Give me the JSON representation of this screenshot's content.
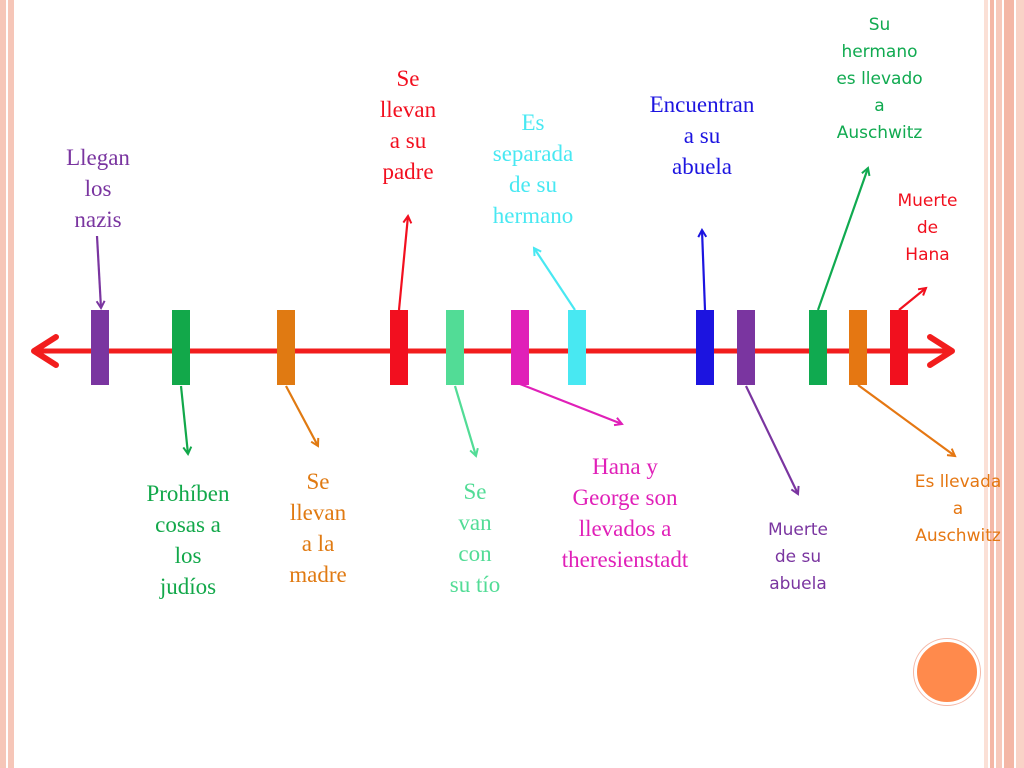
{
  "colors": {
    "axis": "#f21d1d",
    "purple": "#7a35a0",
    "green": "#12a84a",
    "orange": "#e07a12",
    "red": "#f20f1f",
    "mint": "#52dc96",
    "magenta": "#e020b8",
    "cyan": "#48e8f2",
    "blue": "#1c14e0",
    "violet": "#7a35a0",
    "darkgreen": "#10aa50",
    "orange2": "#e57712",
    "red2": "#f1101e"
  },
  "events": [
    {
      "id": "llegan-nazis",
      "color": "#7a35a0",
      "lines": [
        "Llegan",
        "los",
        "nazis"
      ]
    },
    {
      "id": "prohiben",
      "color": "#12a84a",
      "lines": [
        "Prohíben",
        "cosas a",
        "los",
        "judíos"
      ]
    },
    {
      "id": "madre",
      "color": "#e07a12",
      "lines": [
        "Se",
        "llevan",
        "a la",
        "madre"
      ]
    },
    {
      "id": "padre",
      "color": "#f20f1f",
      "lines": [
        "Se",
        "llevan",
        "a su",
        "padre"
      ]
    },
    {
      "id": "tio",
      "color": "#52dc96",
      "lines": [
        "Se",
        "van",
        "con",
        "su tío"
      ]
    },
    {
      "id": "theresienstadt",
      "color": "#e020b8",
      "lines": [
        "Hana y",
        "George son",
        "llevados a",
        "theresienstadt"
      ]
    },
    {
      "id": "separada",
      "color": "#48e8f2",
      "lines": [
        "Es",
        "separada",
        "de su",
        "hermano"
      ]
    },
    {
      "id": "abuela",
      "color": "#1c14e0",
      "lines": [
        "Encuentran",
        "a su",
        "abuela"
      ]
    },
    {
      "id": "muerte-abuela",
      "color": "#7a35a0",
      "lines": [
        "Muerte",
        "de su",
        "abuela"
      ]
    },
    {
      "id": "hermano-auschwitz",
      "color": "#10aa50",
      "lines": [
        "Su",
        "hermano",
        "es llevado",
        "a",
        "Auschwitz"
      ]
    },
    {
      "id": "llevada-auschwitz",
      "color": "#e57712",
      "lines": [
        "Es llevada",
        "a",
        "Auschwitz"
      ]
    },
    {
      "id": "muerte-hana",
      "color": "#f1101e",
      "lines": [
        "Muerte",
        "de",
        "Hana"
      ]
    }
  ]
}
